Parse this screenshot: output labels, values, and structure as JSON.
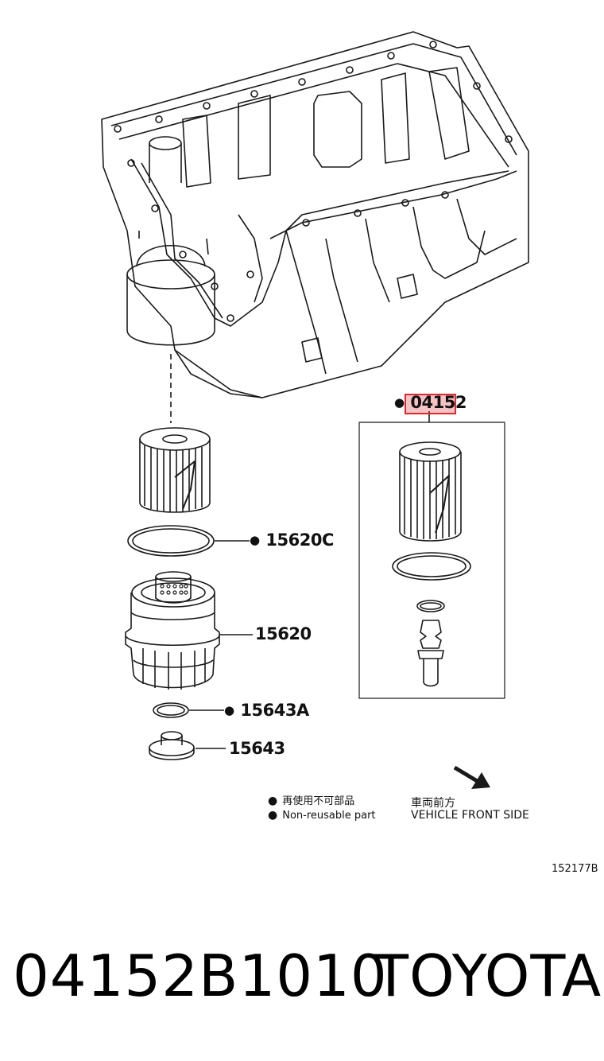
{
  "parts": {
    "kit": "04152",
    "gasket": "15620C",
    "cap": "15620",
    "drain_gasket": "15643A",
    "drain_plug": "15643"
  },
  "legend": {
    "jp": "再使用不可部品",
    "en": "Non-reusable part"
  },
  "direction": {
    "jp": "車両前方",
    "en": "VEHICLE FRONT SIDE"
  },
  "diagram_code": "152177B",
  "caption": {
    "part_number": "04152B1010",
    "brand": "TOYOTA"
  },
  "colors": {
    "highlight": "#e0282e",
    "line": "#1a1a1a"
  }
}
